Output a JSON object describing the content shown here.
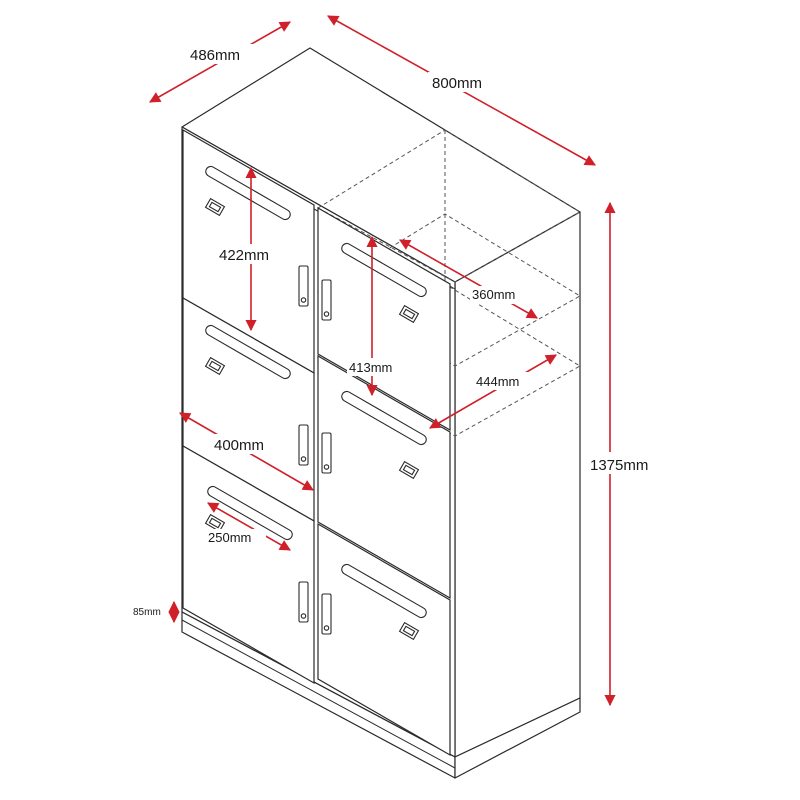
{
  "diagram": {
    "subject": "6-door locker cabinet with dimensions",
    "line_color": "#2a2a2a",
    "dimension_color": "#d0202a",
    "dimensions": {
      "depth": "486mm",
      "width": "800mm",
      "height": "1375mm",
      "door_height": "422mm",
      "inner_height": "413mm",
      "inner_depth_top": "360mm",
      "inner_depth": "444mm",
      "door_width": "400mm",
      "slot_length": "250mm",
      "plinth_height": "85mm"
    }
  }
}
